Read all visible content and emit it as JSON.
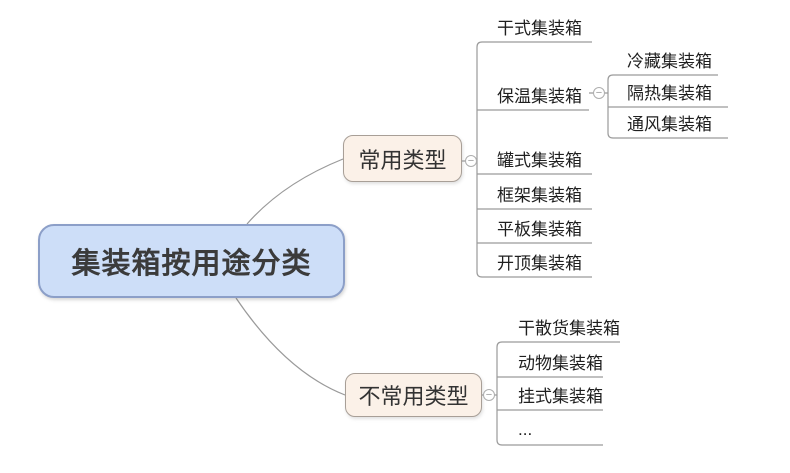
{
  "mindmap": {
    "root": {
      "label": "集装箱按用途分类"
    },
    "branches": [
      {
        "label": "常用类型",
        "children": [
          {
            "label": "干式集装箱"
          },
          {
            "label": "保温集装箱",
            "children": [
              {
                "label": "冷藏集装箱"
              },
              {
                "label": "隔热集装箱"
              },
              {
                "label": "通风集装箱"
              }
            ]
          },
          {
            "label": "罐式集装箱"
          },
          {
            "label": "框架集装箱"
          },
          {
            "label": "平板集装箱"
          },
          {
            "label": "开顶集装箱"
          }
        ]
      },
      {
        "label": "不常用类型",
        "children": [
          {
            "label": "干散货集装箱"
          },
          {
            "label": "动物集装箱"
          },
          {
            "label": "挂式集装箱"
          },
          {
            "label": "..."
          }
        ]
      }
    ],
    "icons": {
      "collapse_glyph": "−"
    },
    "colors": {
      "root_fill": "#cddef8",
      "root_border": "#8c9fc8",
      "branch_fill": "#fbf1e8",
      "branch_border": "#a89f97",
      "line": "#9a9a9a",
      "text": "#1f1f1f"
    }
  }
}
